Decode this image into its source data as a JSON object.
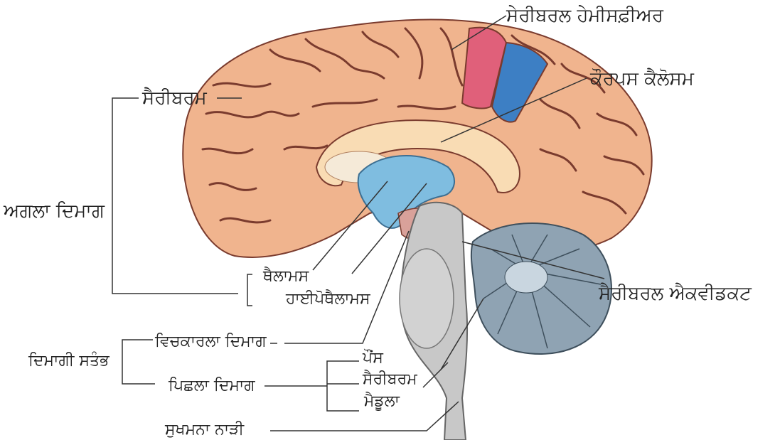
{
  "labels": {
    "cerebral_hemisphere": "ਸੇਰੀਬਰਲ ਹੇਮੀਸਫ਼ੀਅਰ",
    "cerebrum_top": "ਸੈਰੀਬਰਮ",
    "corpus_callosum": "ਕੌਰਪਸ ਕੈਲੋਸਮ",
    "forebrain": "ਅਗਲਾ ਦਿਮਾਗ",
    "thalamus": "ਥੈਲਾਮਸ",
    "hypothalamus": "ਹਾਈਪੋਥੈਲਾਮਸ",
    "cerebral_aqueduct": "ਸੈਰੀਬਰਲ ਐਕਵੀਡਕਟ",
    "midbrain": "ਵਿਚਕਾਰਲਾ ਦਿਮਾਗ",
    "brain_stem": "ਦਿਮਾਗੀ ਸਤੰਭ",
    "pons": "ਪੌਂਸ",
    "cerebrum_lower": "ਸੈਰੀਬਰਮ",
    "hindbrain": "ਪਿਛਲਾ ਦਿਮਾਗ",
    "medulla": "ਮੈਡੂਲਾ",
    "spinal_cord": "ਸੁਖਮਨਾ ਨਾੜੀ"
  },
  "colors": {
    "cortex": "#f0b48e",
    "cortex_dark": "#d8906a",
    "sulcus": "#7a3b2e",
    "corpus_callosum": "#f9dcb4",
    "ventricle": "#7fbde0",
    "stem": "#c8c8c8",
    "cerebellum": "#8fa3b3",
    "hemisphere_red": "#e0607a",
    "hemisphere_blue": "#3d7fc4",
    "line": "#333333"
  }
}
